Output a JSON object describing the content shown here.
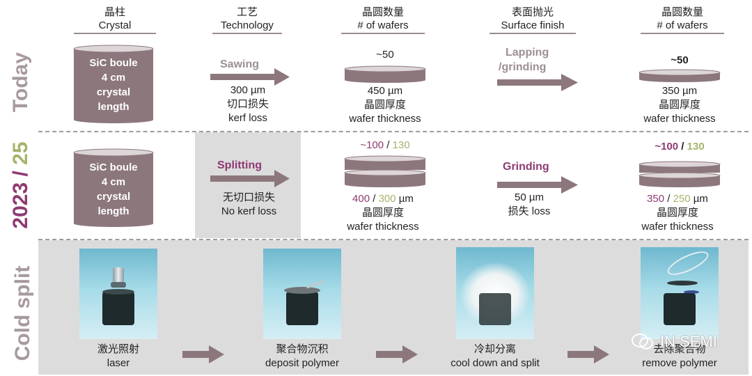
{
  "headers": {
    "crystal": {
      "cn": "晶柱",
      "en": "Crystal"
    },
    "technology": {
      "cn": "工艺",
      "en": "Technology"
    },
    "wafers1": {
      "cn": "晶圆数量",
      "en": "# of wafers"
    },
    "surface": {
      "cn": "表面抛光",
      "en": "Surface finish"
    },
    "wafers2": {
      "cn": "晶圆数量",
      "en": "# of wafers"
    }
  },
  "rows": {
    "today": {
      "label": "Today",
      "boule": [
        "SiC boule",
        "4 cm",
        "crystal",
        "length"
      ],
      "process": "Sawing",
      "loss": [
        "300 µm",
        "切口损失",
        "kerf loss"
      ],
      "wafer_count": "~50",
      "thickness": [
        "450 µm",
        "晶圆厚度",
        "wafer thickness"
      ],
      "finish": [
        "Lapping",
        "/grinding"
      ],
      "final_count": "~50",
      "final_thickness": [
        "350 µm",
        "晶圆厚度",
        "wafer thickness"
      ]
    },
    "future": {
      "label_a": "2023",
      "label_sep": " / ",
      "label_b": "25",
      "boule": [
        "SiC boule",
        "4 cm",
        "crystal",
        "length"
      ],
      "process": "Splitting",
      "loss": [
        "无切口损失",
        "No kerf loss"
      ],
      "wafer_count_a": "~100",
      "wafer_count_sep": " / ",
      "wafer_count_b": "130",
      "thickness_a": "400",
      "thickness_sep": " / ",
      "thickness_b": "300",
      "thickness_unit": " µm",
      "thickness_cn": "晶圆厚度",
      "thickness_en": "wafer thickness",
      "finish": "Grinding",
      "finish_loss": [
        "50 µm",
        "损失 loss"
      ],
      "final_count_a": "~100",
      "final_count_sep": " / ",
      "final_count_b": "130",
      "final_thickness_a": "350",
      "final_thickness_sep": " / ",
      "final_thickness_b": "250",
      "final_thickness_unit": " µm",
      "final_thickness_cn": "晶圆厚度",
      "final_thickness_en": "wafer thickness"
    },
    "coldsplit": {
      "label": "Cold split",
      "steps": [
        {
          "cn": "激光照射",
          "en": "laser"
        },
        {
          "cn": "聚合物沉积",
          "en": "deposit polymer"
        },
        {
          "cn": "冷却分离",
          "en": "cool down and split"
        },
        {
          "cn": "去除聚合物",
          "en": "remove polymer"
        }
      ]
    }
  },
  "watermark": "IN SEMI",
  "colors": {
    "mauve": "#8c777c",
    "magenta": "#8e3a73",
    "olive": "#a4b46b",
    "grey_band": "#dcdcdc"
  }
}
